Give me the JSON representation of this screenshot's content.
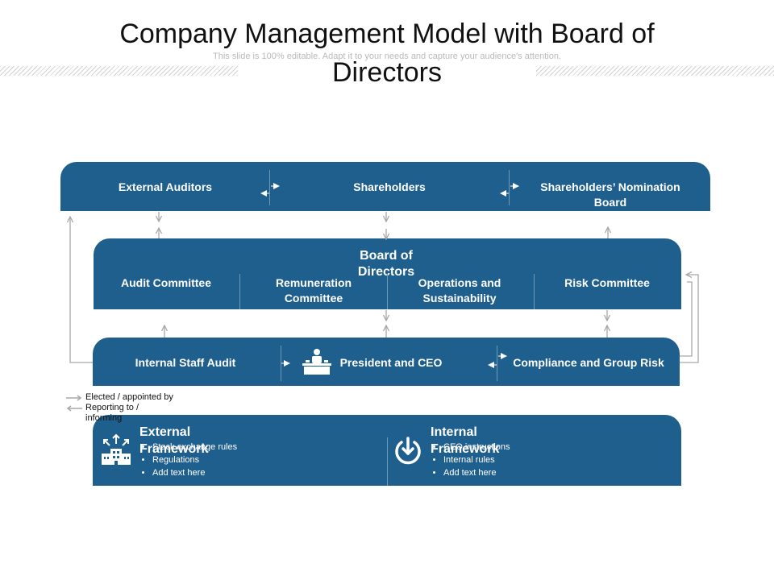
{
  "title": "Company Management Model with Board of Directors",
  "subtitle": "This slide is 100% editable. Adapt it to your needs and capture your audience's attention.",
  "top_row": {
    "external_auditors": "External Auditors",
    "shareholders": "Shareholders",
    "nomination_board": "Shareholders’ Nomination Board"
  },
  "board": {
    "title": "Board of Directors",
    "committees": [
      "Audit Committee",
      "Remuneration Committee",
      "Operations and Sustainability Committee",
      "Risk Committee"
    ]
  },
  "management_row": {
    "internal_audit": "Internal Staff Audit",
    "president": "President and CEO",
    "compliance": "Compliance and Group Risk"
  },
  "legend": {
    "elected": "Elected / appointed by",
    "reporting": "Reporting to / informing"
  },
  "external_framework": {
    "title": "External Framework",
    "items": [
      "Stock exchange rules",
      "Regulations",
      "Add text here"
    ]
  },
  "internal_framework": {
    "title": "Internal Framework",
    "items": [
      "CEO instructions",
      "Internal rules",
      "Add text here"
    ]
  },
  "colors": {
    "panel": "#1f5f8e",
    "arrow": "#a8a8a8",
    "text": "#ffffff"
  },
  "icons": {
    "president": "desk-person-icon",
    "external": "building-icon",
    "internal": "circle-down-arrow-icon"
  }
}
